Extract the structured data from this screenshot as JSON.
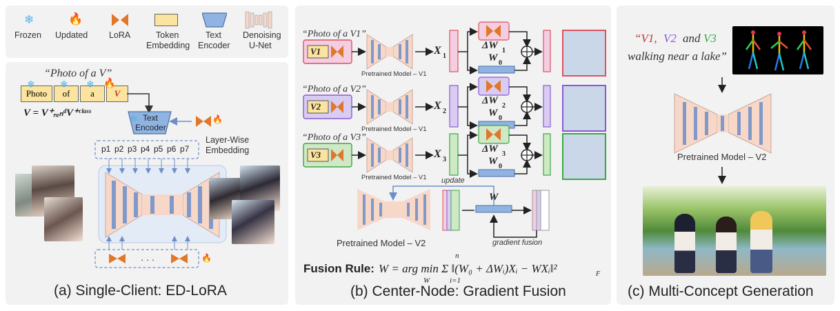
{
  "legend": {
    "frozen": "Frozen",
    "updated": "Updated",
    "lora": "LoRA",
    "token_embedding": [
      "Token",
      "Embedding"
    ],
    "text_encoder": [
      "Text",
      "Encoder"
    ],
    "denoising_unet": [
      "Denoising",
      "U-Net"
    ]
  },
  "panel_a": {
    "prompt": "“Photo of a V”",
    "tokens": [
      "Photo",
      "of",
      "a",
      "V"
    ],
    "equation": "V = V⁺ᵣₐₙᵈV⁺ᶜˡᵃˢˢ",
    "text_encoder": [
      "Text",
      "Encoder"
    ],
    "layer_wise": [
      "Layer-Wise",
      "Embedding"
    ],
    "p_tokens": [
      "p1",
      "p2",
      "p3",
      "p4",
      "p5",
      "p6",
      "p7"
    ],
    "dots": "· · ·",
    "caption": "(a) Single-Client: ED-LoRA"
  },
  "panel_b": {
    "rows": [
      {
        "prompt": "“Photo of a V1”",
        "token": "V1",
        "model": "Pretrained Model – V1",
        "x": "X",
        "xsub": "1",
        "dw": "ΔW",
        "dwsub": "1",
        "w0": "W",
        "w0sub": "0",
        "color": "#d9535f",
        "fill": "#f4cde0"
      },
      {
        "prompt": "“Photo of a V2”",
        "token": "V2",
        "model": "Pretrained Model – V1",
        "x": "X",
        "xsub": "2",
        "dw": "ΔW",
        "dwsub": "2",
        "w0": "W",
        "w0sub": "0",
        "color": "#8a5ad0",
        "fill": "#d9ccf2"
      },
      {
        "prompt": "“Photo of a V3”",
        "token": "V3",
        "model": "Pretrained Model – V1",
        "x": "X",
        "xsub": "3",
        "dw": "ΔW",
        "dwsub": "3",
        "w0": "W",
        "w0sub": "0",
        "color": "#3aa845",
        "fill": "#cfe8c6"
      }
    ],
    "update": "update",
    "w": "W",
    "model_v2": "Pretrained Model – V2",
    "gradient_fusion": "gradient fusion",
    "fusion_label": "Fusion Rule:",
    "fusion_formula": "W = arg min Σ ‖(W₀ + ΔWᵢ)Xᵢ − WXᵢ‖²",
    "argmin_sub": "W",
    "sum_top": "n",
    "sum_bottom": "i=1",
    "norm_sub": "F",
    "caption": "(b) Center-Node: Gradient Fusion"
  },
  "panel_c": {
    "prompt_parts": [
      "“V1,",
      "V2",
      "and",
      "V3"
    ],
    "prompt_line2": "walking near a lake”",
    "model": "Pretrained Model – V2",
    "caption": "(c) Multi-Concept Generation"
  }
}
